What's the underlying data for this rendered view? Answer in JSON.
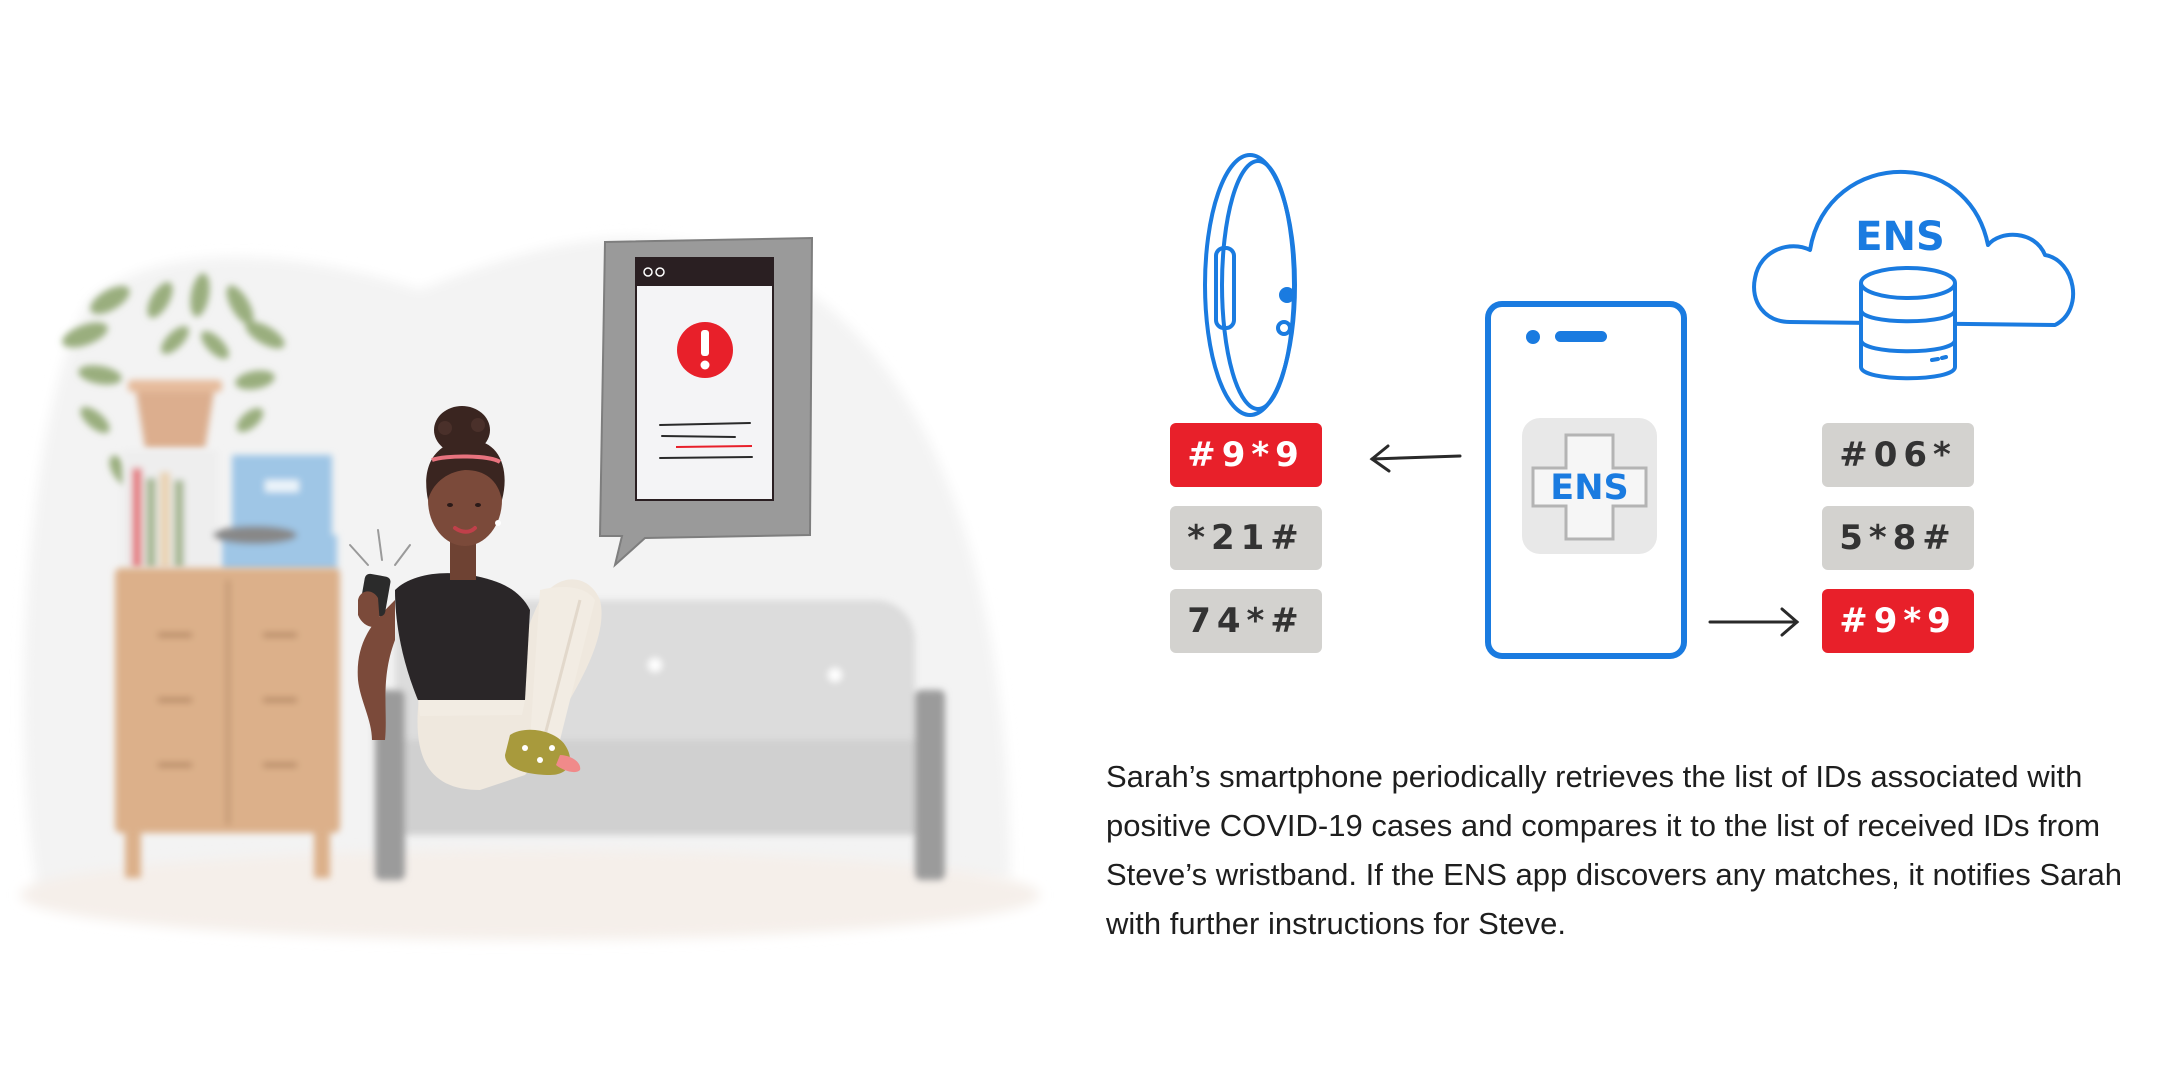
{
  "diagram": {
    "cloud_label": "ENS",
    "app_label": "ENS",
    "wristband_ids": [
      "#9*9",
      "*21#",
      "74*#"
    ],
    "server_ids": [
      "#06*",
      "5*8#",
      "#9*9"
    ],
    "matched_id": "#9*9",
    "colors": {
      "accent_blue": "#1a7be0",
      "match_red": "#e8202a",
      "id_gray": "#d3d2cf"
    }
  },
  "caption": "Sarah’s smartphone periodically retrieves the list of IDs associated with positive COVID-19 cases and compares it to the list of received IDs from Steve’s wristband. If the ENS app discovers any matches, it notifies Sarah with further instructions for Steve."
}
